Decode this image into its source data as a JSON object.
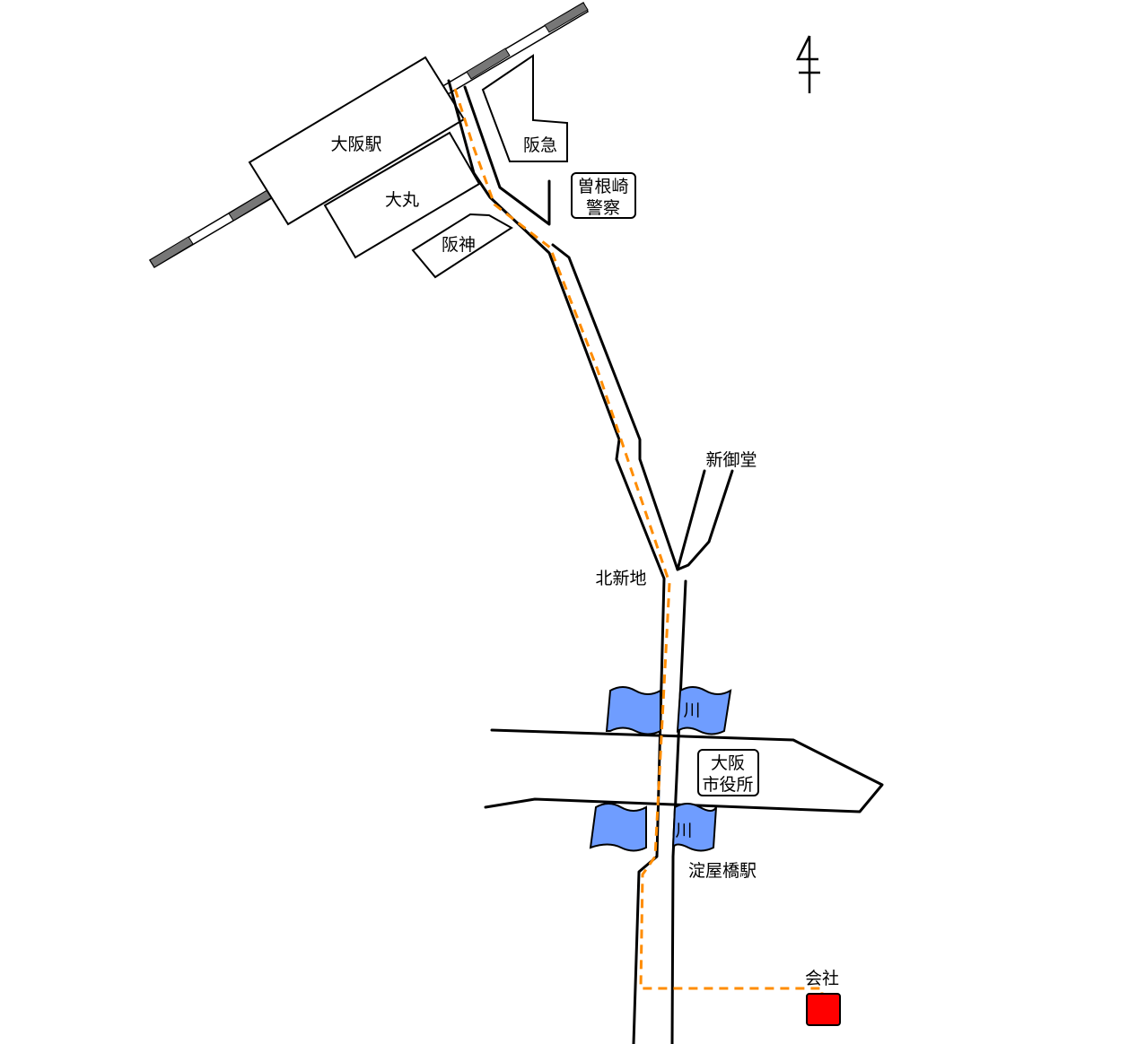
{
  "labels": {
    "osaka_station": "大阪駅",
    "daimaru": "大丸",
    "hanshin": "阪神",
    "hankyu": "阪急",
    "sonezaki_line1": "曽根崎",
    "sonezaki_line2": "警察",
    "shinmido": "新御堂",
    "kitashinchi": "北新地",
    "river_upper": "川",
    "river_lower": "川",
    "city_hall_line1": "大阪",
    "city_hall_line2": "市役所",
    "yodoyabashi": "淀屋橋駅",
    "company": "会社"
  },
  "icons": {
    "north_arrow": "north-arrow-icon",
    "company_marker": "red-square-marker"
  },
  "colors": {
    "route": "#ff8c00",
    "river": "#6f9dff",
    "company": "#ff0000",
    "railway_dark": "#777777",
    "road": "#000000"
  }
}
